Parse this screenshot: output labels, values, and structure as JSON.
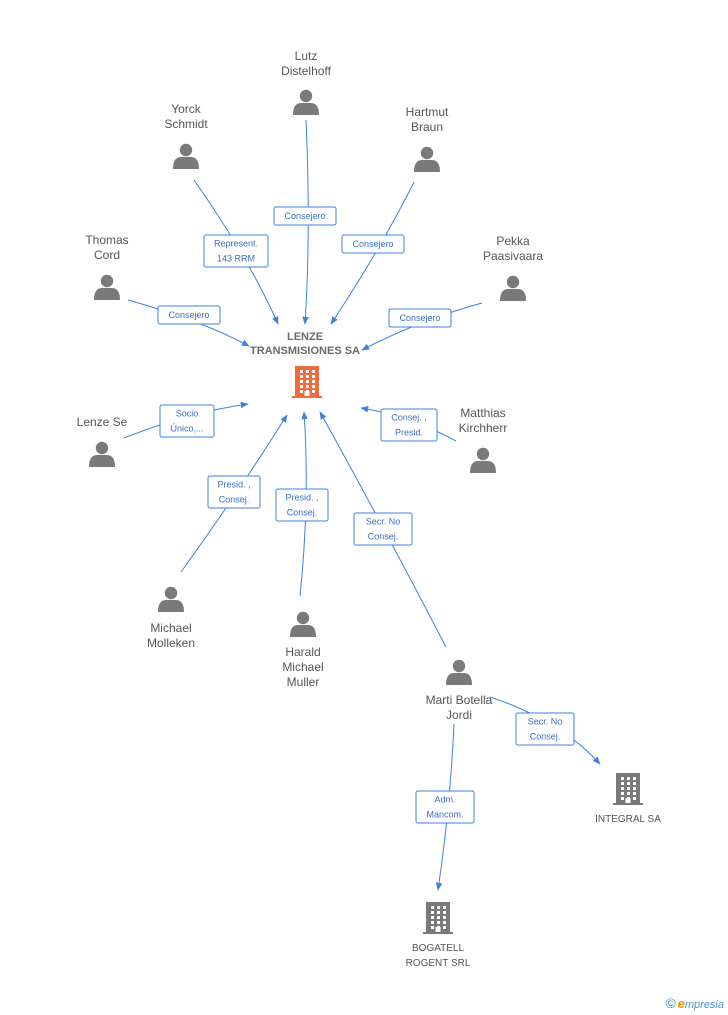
{
  "center": {
    "name_lines": [
      "LENZE",
      "TRANSMISIONES SA"
    ],
    "color": "#f26b3a"
  },
  "people": [
    {
      "id": "lutz",
      "lines": [
        "Lutz",
        "Distelhoff"
      ]
    },
    {
      "id": "yorck",
      "lines": [
        "Yorck",
        "Schmidt"
      ]
    },
    {
      "id": "hartmut",
      "lines": [
        "Hartmut",
        "Braun"
      ]
    },
    {
      "id": "thomas",
      "lines": [
        "Thomas",
        "Cord"
      ]
    },
    {
      "id": "pekka",
      "lines": [
        "Pekka",
        "Paasivaara"
      ]
    },
    {
      "id": "lenze_se",
      "lines": [
        "Lenze Se"
      ]
    },
    {
      "id": "matthias",
      "lines": [
        "Matthias",
        "Kirchherr"
      ]
    },
    {
      "id": "michael",
      "lines": [
        "Michael",
        "Molleken"
      ]
    },
    {
      "id": "harald",
      "lines": [
        "Harald",
        "Michael",
        "Muller"
      ]
    },
    {
      "id": "marti",
      "lines": [
        "Marti Botella",
        "Jordi"
      ]
    }
  ],
  "companies": [
    {
      "id": "integral",
      "lines": [
        "INTEGRAL SA"
      ]
    },
    {
      "id": "bogatell",
      "lines": [
        "BOGATELL",
        "ROGENT SRL"
      ]
    }
  ],
  "edges": [
    {
      "id": "lutz-center",
      "lines": [
        "Consejero"
      ]
    },
    {
      "id": "yorck-center",
      "lines": [
        "Represent.",
        "143 RRM"
      ]
    },
    {
      "id": "hartmut-center",
      "lines": [
        "Consejero"
      ]
    },
    {
      "id": "thomas-center",
      "lines": [
        "Consejero"
      ]
    },
    {
      "id": "pekka-center",
      "lines": [
        "Consejero"
      ]
    },
    {
      "id": "lenze_se-center",
      "lines": [
        "Socio",
        "Único,..."
      ]
    },
    {
      "id": "matthias-center",
      "lines": [
        "Consej. ,",
        "Presid."
      ]
    },
    {
      "id": "michael-center",
      "lines": [
        "Presid. ,",
        "Consej."
      ]
    },
    {
      "id": "harald-center",
      "lines": [
        "Presid. ,",
        "Consej."
      ]
    },
    {
      "id": "marti-center",
      "lines": [
        "Secr.  No",
        "Consej."
      ]
    },
    {
      "id": "marti-integral",
      "lines": [
        "Secr.  No",
        "Consej."
      ]
    },
    {
      "id": "marti-bogatell",
      "lines": [
        "Adm.",
        "Mancom."
      ]
    }
  ],
  "colors": {
    "edge": "#3b82e0",
    "person_icon": "#7a7a7a",
    "company_icon": "#7a7a7a",
    "center_icon": "#f26b3a"
  },
  "icons": {
    "person": "person-icon",
    "company": "building-icon"
  },
  "brand": {
    "copyright": "©",
    "e": "e",
    "rest": "mpresia"
  }
}
